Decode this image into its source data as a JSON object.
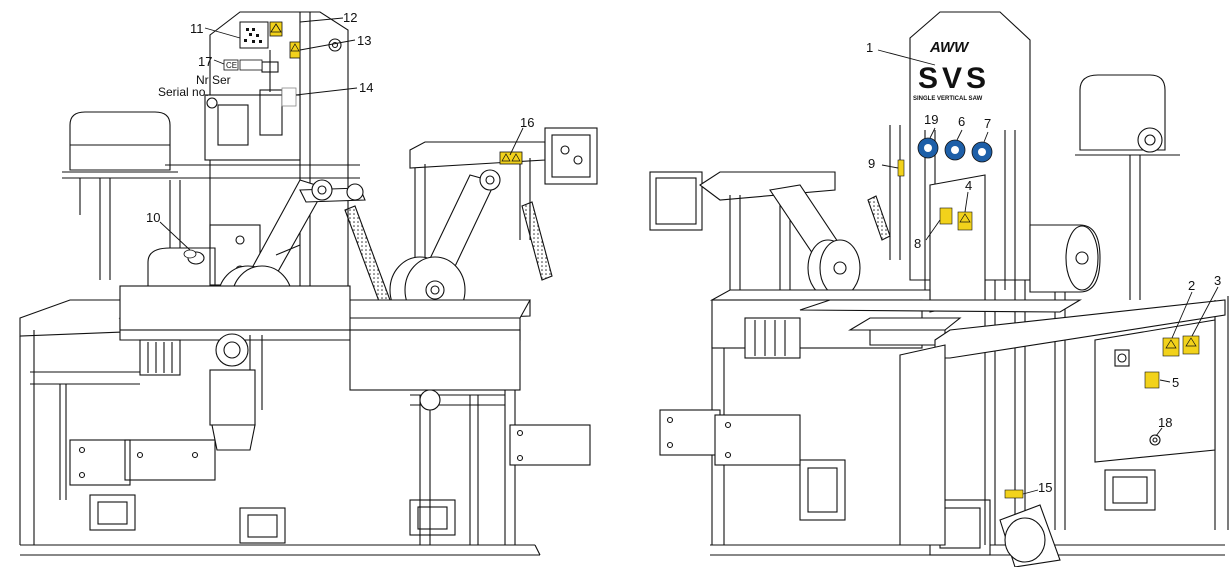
{
  "left_view": {
    "callouts": [
      {
        "id": "11",
        "label": "11"
      },
      {
        "id": "12",
        "label": "12"
      },
      {
        "id": "13",
        "label": "13"
      },
      {
        "id": "17",
        "label": "17"
      },
      {
        "id": "14",
        "label": "14"
      },
      {
        "id": "16",
        "label": "16"
      },
      {
        "id": "10",
        "label": "10"
      }
    ],
    "plate_text_1": "Nr Ser",
    "plate_text_2": "Serial no.",
    "ce_mark": "CE"
  },
  "right_view": {
    "callouts": [
      {
        "id": "1",
        "label": "1"
      },
      {
        "id": "19",
        "label": "19"
      },
      {
        "id": "6",
        "label": "6"
      },
      {
        "id": "7",
        "label": "7"
      },
      {
        "id": "9",
        "label": "9"
      },
      {
        "id": "4",
        "label": "4"
      },
      {
        "id": "8",
        "label": "8"
      },
      {
        "id": "2",
        "label": "2"
      },
      {
        "id": "3",
        "label": "3"
      },
      {
        "id": "5",
        "label": "5"
      },
      {
        "id": "18",
        "label": "18"
      },
      {
        "id": "15",
        "label": "15"
      }
    ],
    "brand_logo": "AWW",
    "brand_model": "SVS",
    "brand_subtitle": "SINGLE VERTICAL SAW"
  },
  "colors": {
    "line": "#111111",
    "warning_label": "#f2d21b",
    "mandatory_sign": "#1d5fa8"
  }
}
